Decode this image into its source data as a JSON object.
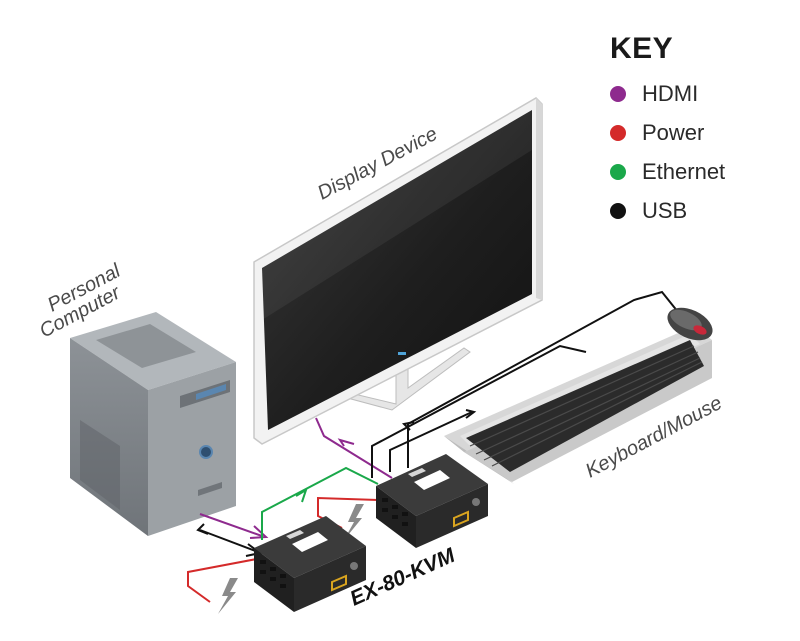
{
  "labels": {
    "display_device": "Display Device",
    "personal_computer_line1": "Personal",
    "personal_computer_line2": "Computer",
    "keyboard_mouse": "Keyboard/Mouse",
    "product": "EX-80-KVM"
  },
  "key": {
    "title": "KEY",
    "items": [
      {
        "label": "HDMI",
        "color": "#8e2a8e"
      },
      {
        "label": "Power",
        "color": "#d42a2a"
      },
      {
        "label": "Ethernet",
        "color": "#1aa84a"
      },
      {
        "label": "USB",
        "color": "#111111"
      }
    ]
  },
  "colors": {
    "hdmi": "#8e2a8e",
    "power": "#d42a2a",
    "ethernet": "#1aa84a",
    "usb": "#111111"
  }
}
